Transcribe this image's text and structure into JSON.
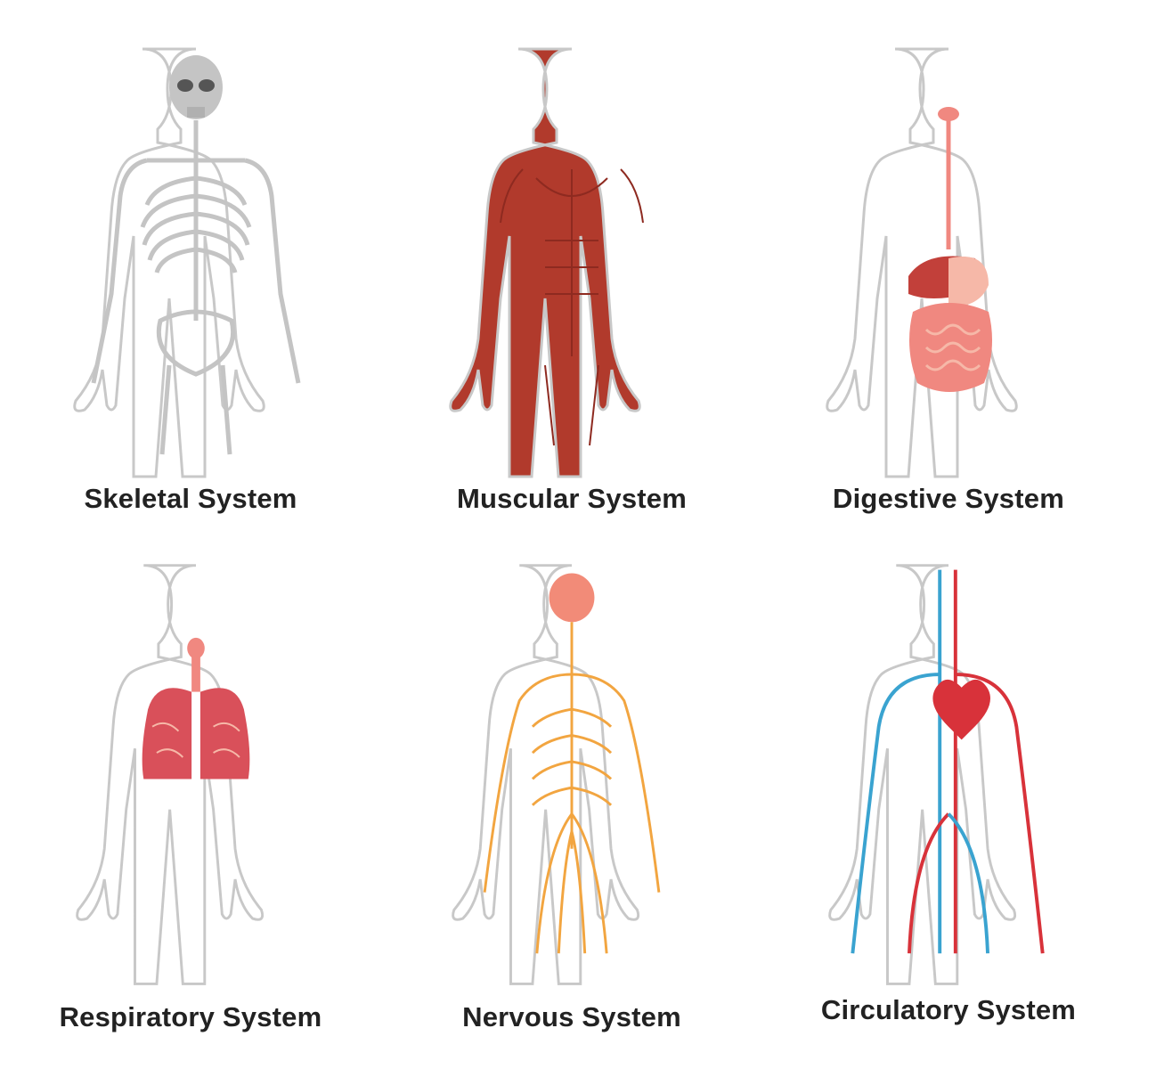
{
  "panels": [
    {
      "label": "Skeletal System"
    },
    {
      "label": "Muscular System"
    },
    {
      "label": "Digestive System"
    },
    {
      "label": "Respiratory System"
    },
    {
      "label": "Nervous System"
    },
    {
      "label": "Circulatory System"
    }
  ],
  "colors": {
    "outline": "#c8c8c8",
    "skeleton": "#c4c4c4",
    "muscle": "#b13a2c",
    "muscle_dark": "#8e2a20",
    "organ": "#f08880",
    "organ_light": "#f6b8a8",
    "liver": "#c2403a",
    "lung": "#d9505a",
    "nerve": "#f2a540",
    "brain": "#f28b78",
    "artery": "#d8323a",
    "vein": "#3aa3d0",
    "label_text": "#222222"
  }
}
